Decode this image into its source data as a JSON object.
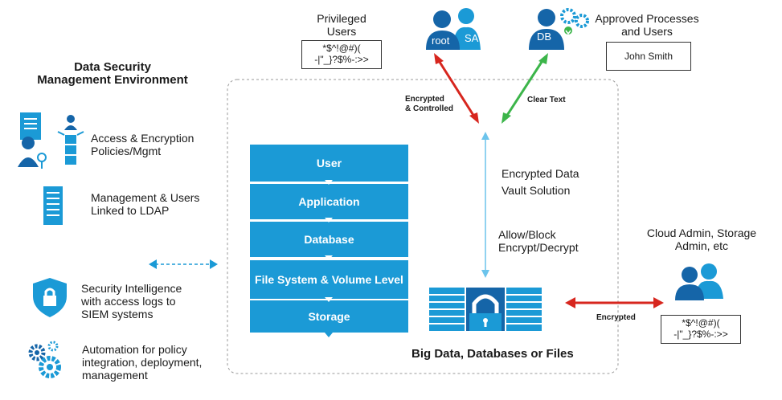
{
  "left_panel": {
    "title": "Data Security\nManagement Environment",
    "items": [
      {
        "icon": "policy-document-icon",
        "label": "Access & Encryption\nPolicies/Mgmt"
      },
      {
        "icon": "server-icon",
        "label": "Management & Users\nLinked to LDAP"
      },
      {
        "icon": "shield-lock-icon",
        "label": "Security Intelligence\nwith access logs to\nSIEM systems"
      },
      {
        "icon": "gears-icon",
        "label": "Automation for policy\nintegration, deployment,\nmanagement"
      }
    ]
  },
  "privileged": {
    "title": "Privileged\nUsers",
    "scrambled": "*$^!@#)(\n-|\"_}?$%-:>>",
    "icon_labels": [
      "root",
      "SA"
    ]
  },
  "approved": {
    "title": "Approved Processes\nand Users",
    "user": "John Smith",
    "icon_label": "DB"
  },
  "arrows": {
    "encrypted_controlled": "Encrypted\n& Controlled",
    "clear_text": "Clear Text",
    "encrypted": "Encrypted"
  },
  "vault": {
    "title": "Encrypted Data\nVault Solution",
    "actions": "Allow/Block\nEncrypt/Decrypt"
  },
  "stack": [
    "User",
    "Application",
    "Database",
    "File System & Volume Level",
    "Storage"
  ],
  "big_data_label": "Big Data, Databases or Files",
  "cloud": {
    "title": "Cloud Admin, Storage\nAdmin, etc",
    "scrambled": "*$^!@#)(\n-|\"_}?$%-:>>"
  },
  "colors": {
    "blue": "#1b9ad6",
    "dark_blue": "#1565a8",
    "red": "#d7261e",
    "green": "#3cb54a"
  }
}
